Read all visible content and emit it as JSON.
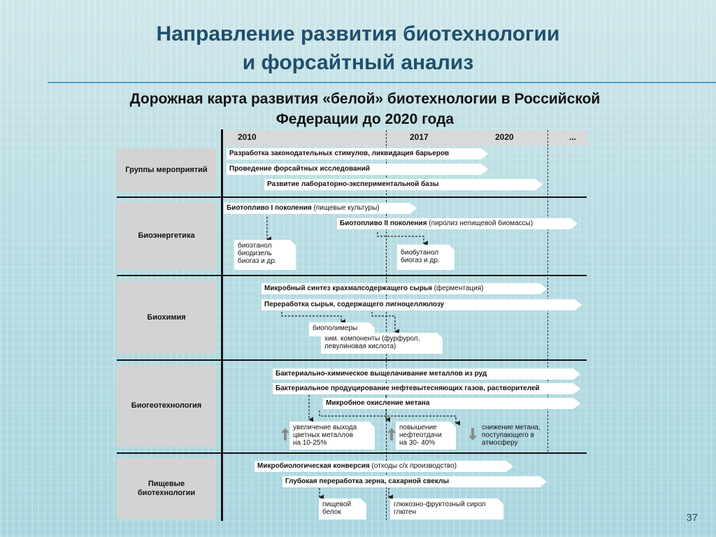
{
  "title": {
    "line1": "Направление развития биотехнологии",
    "line2": "и форсайтный анализ"
  },
  "subtitle": {
    "line1": "Дорожная карта развития «белой» биотехнологии в Российской",
    "line2": "Федерации до 2020 года"
  },
  "years": [
    "2010",
    "2017",
    "2020",
    "..."
  ],
  "rows": {
    "groups": {
      "label": "Группы мероприятий"
    },
    "bioenergy": {
      "label": "Биоэнергетика"
    },
    "biochem": {
      "label": "Биохимия"
    },
    "biogeo": {
      "label": "Биогеотехнология"
    },
    "food": {
      "label": "Пищевые биотехнологии"
    }
  },
  "bars": {
    "g1": {
      "bold": "Разработка законодательных стимулов, ликвидация барьеров",
      "rest": ""
    },
    "g2": {
      "bold": "Проведение форсайтных исследований",
      "rest": ""
    },
    "g3": {
      "bold": "Развитие лабораторно-экспериментальной базы",
      "rest": ""
    },
    "e1": {
      "bold": "Биотопливо I поколения",
      "rest": " (пищевые культуры)"
    },
    "e2": {
      "bold": "Биотопливо II поколения",
      "rest": " (пиролиз непищевой биомассы)"
    },
    "c1": {
      "bold": "Микробный синтез крахмалсодержащего сырья",
      "rest": " (ферментация)"
    },
    "c2": {
      "bold": "Переработка сырья, содержащего лигноцеллюлозу",
      "rest": ""
    },
    "b1": {
      "bold": "Бактериально-химическое выщелачивание металлов из руд",
      "rest": ""
    },
    "b2": {
      "bold": "Бактериальное продуцирование нефтевытесняющих газов, растворителей",
      "rest": ""
    },
    "b3": {
      "bold": "Микробное окисление метана",
      "rest": ""
    },
    "f1": {
      "bold": "Микробиологическая конверсия",
      "rest": " (отходы с/х производство)"
    },
    "f2": {
      "bold": "Глубокая переработка зерна, сахарной свеклы",
      "rest": ""
    }
  },
  "notes": {
    "e_note1": [
      "биоэтанол",
      "биодизель",
      "биогаз и др."
    ],
    "e_note2": [
      "биобутанол",
      "биогаз и др."
    ],
    "c_note1": [
      "биополимеры"
    ],
    "c_note2": [
      "хим. компоненты (фурфурол,",
      "левулиновая кислота)"
    ],
    "b_note1": [
      "увеличение выхода",
      "цветных металлов",
      "на 10-25%"
    ],
    "b_note2": [
      "повышение",
      "нефтеотдачи",
      "на 30- 40%"
    ],
    "b_note3": [
      "снижение метана,",
      "поступающего в",
      "атмосферу"
    ],
    "f_note1": [
      "пищевой",
      "белок"
    ],
    "f_note2": [
      "глюкозно-фруктозный сироп",
      "глютен"
    ]
  },
  "page_number": "37",
  "colors": {
    "title": "#1f4f6e",
    "accent_line": "#4aa3c9",
    "label_bg": "#d3d3d3",
    "bar_bg": "#ffffff"
  }
}
